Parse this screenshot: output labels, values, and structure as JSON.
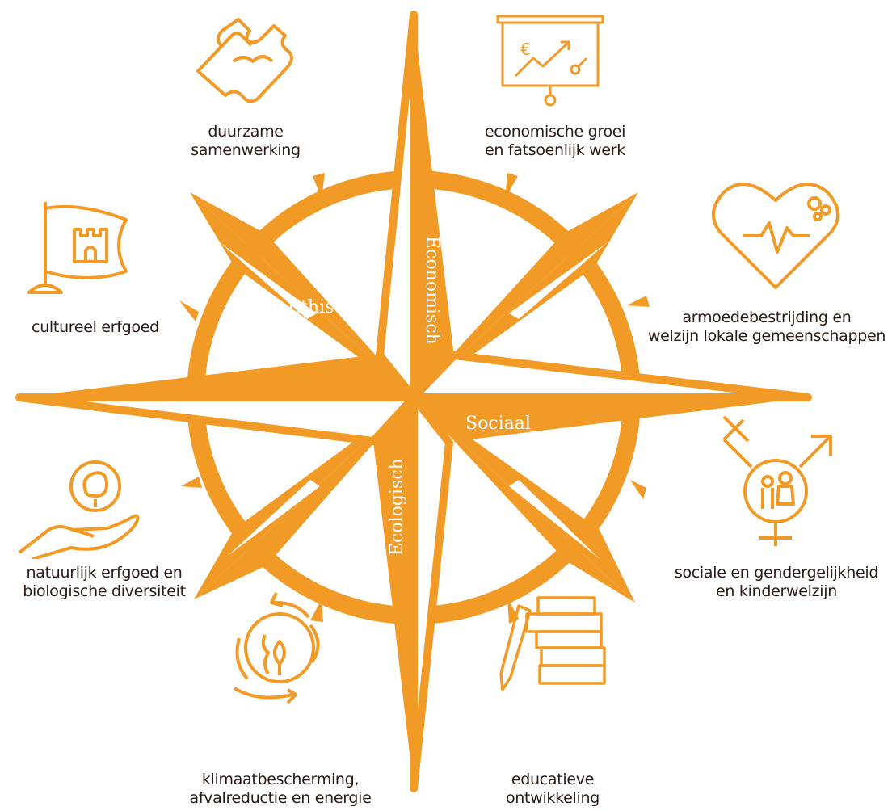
{
  "colors": {
    "accent": "#F29A26",
    "text": "#2B1A12",
    "background": "#FFFFFF"
  },
  "axes": {
    "north": "Economisch",
    "east": "Sociaal",
    "south": "Ecologisch",
    "west": "Ethisch"
  },
  "themes": {
    "collaboration": {
      "icon": "puzzle-icon",
      "lines": [
        "duurzame",
        "samenwerking"
      ]
    },
    "economic_growth": {
      "icon": "presentation-board-icon",
      "lines": [
        "economische groei",
        "en fatsoenlijk werk"
      ]
    },
    "poverty": {
      "icon": "heart-pulse-icon",
      "lines": [
        "armoedebestrijding en",
        "welzijn lokale gemeenschappen"
      ]
    },
    "gender": {
      "icon": "gender-symbol-icon",
      "lines": [
        "sociale en gendergelijkheid",
        "en kinderwelzijn"
      ]
    },
    "education": {
      "icon": "books-pencil-icon",
      "lines": [
        "educatieve",
        "ontwikkeling"
      ]
    },
    "climate": {
      "icon": "recycle-globe-icon",
      "lines": [
        "klimaatbescherming,",
        "afvalreductie en energie"
      ]
    },
    "nature": {
      "icon": "hand-tree-icon",
      "lines": [
        "natuurlijk erfgoed en",
        "biologische diversiteit"
      ]
    },
    "culture": {
      "icon": "castle-flag-icon",
      "lines": [
        "cultureel erfgoed"
      ]
    }
  }
}
